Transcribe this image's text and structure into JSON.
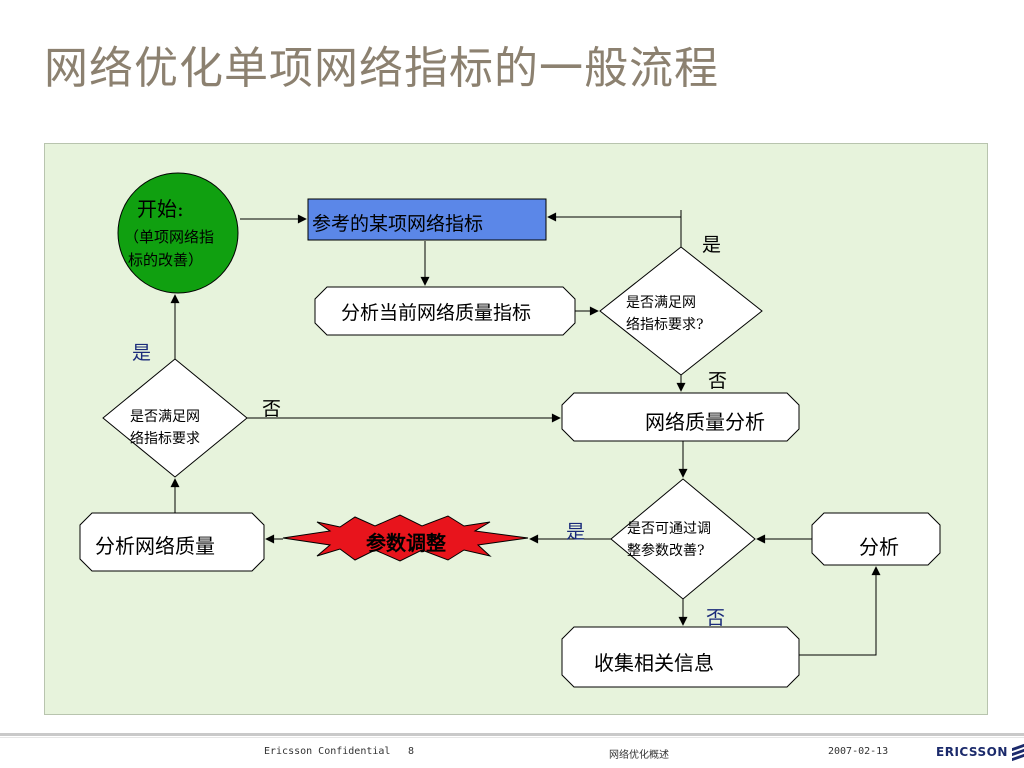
{
  "title": "网络优化单项网络指标的一般流程",
  "nodes": {
    "start_line1": "开始:",
    "start_line2": "（单项网络指",
    "start_line3": "标的改善）",
    "ref_indicator": "参考的某项网络指标",
    "analyze_current": "分析当前网络质量指标",
    "decision_top_line1": "是否满足网",
    "decision_top_line2": "络指标要求?",
    "network_quality_analysis": "网络质量分析",
    "decision_left_line1": "是否满足网",
    "decision_left_line2": "络指标要求",
    "analyze_quality": "分析网络质量",
    "param_adjust": "参数调整",
    "decision_param_line1": "是否可通过调",
    "decision_param_line2": "整参数改善?",
    "analysis": "分析",
    "collect_info": "收集相关信息"
  },
  "edge_labels": {
    "top_yes": "是",
    "top_no": "否",
    "left_yes": "是",
    "left_no": "否",
    "param_yes": "是",
    "param_no": "否"
  },
  "footer": {
    "confidential": "Ericsson Confidential",
    "page": "8",
    "subject": "网络优化概述",
    "date": "2007-02-13",
    "logo": "ERICSSON"
  },
  "colors": {
    "panel_bg": "#e7f3dc",
    "start_fill": "#10a010",
    "ref_fill": "#5b87e8",
    "param_fill": "#e8141c",
    "title": "#8c8170"
  }
}
